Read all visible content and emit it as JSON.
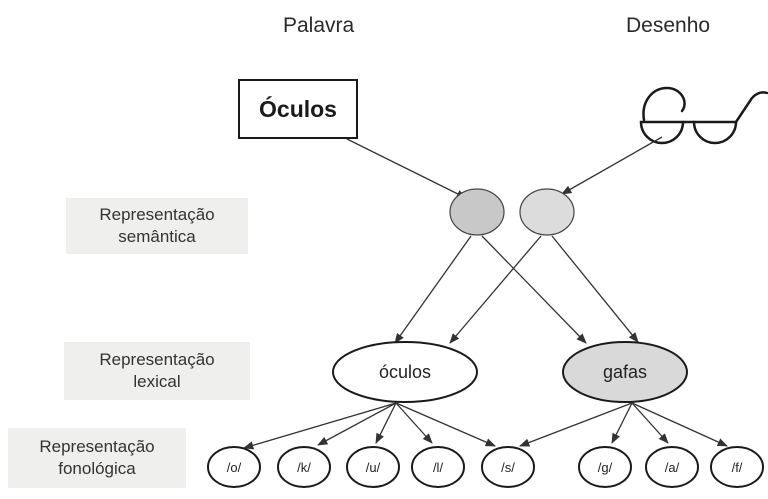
{
  "headers": {
    "word": "Palavra",
    "drawing": "Desenho"
  },
  "levels": {
    "semantic": [
      "Representação",
      "semântica"
    ],
    "lexical": [
      "Representação",
      "lexical"
    ],
    "phonological": [
      "Representação",
      "fonológica"
    ]
  },
  "word_box": "Óculos",
  "lexical_nodes": {
    "left": "óculos",
    "right": "gafas"
  },
  "phonemes": [
    "/o/",
    "/k/",
    "/u/",
    "/l/",
    "/s/",
    "/g/",
    "/a/",
    "/f/"
  ],
  "colors": {
    "semantic_fill": "#c8c8c8",
    "lexical_highlight": "#d9d9d9",
    "label_bg": "#efefed"
  }
}
